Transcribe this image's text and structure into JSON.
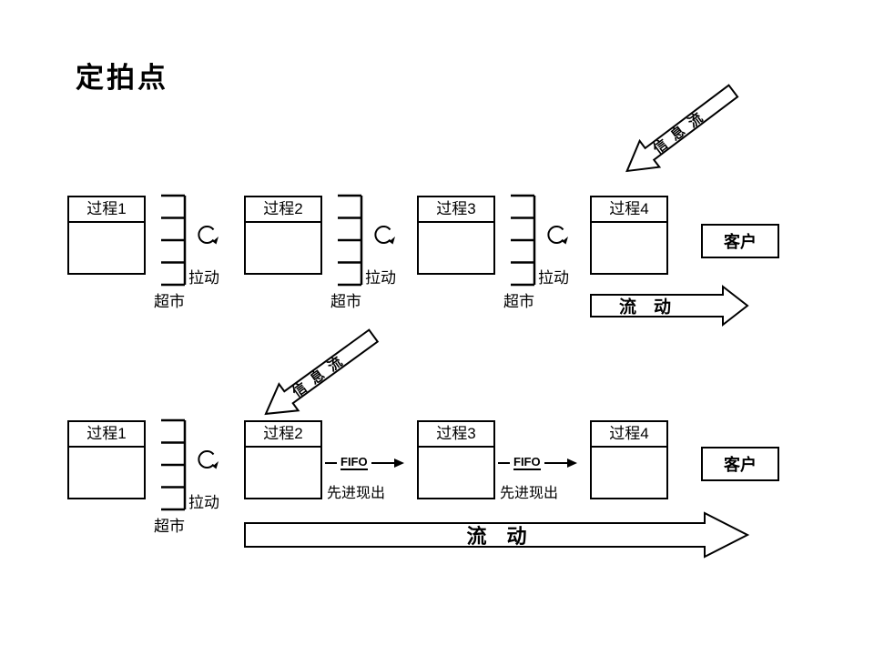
{
  "title": "定拍点",
  "colors": {
    "line": "#000000",
    "background": "#ffffff"
  },
  "labels": {
    "pull": "拉动",
    "supermarket": "超市",
    "customer": "客户",
    "flow": "流　动",
    "fifo": "FIFO",
    "fifo_note": "先进现出",
    "info_arrow": "信息流"
  },
  "top_row": {
    "processes": [
      "过程1",
      "过程2",
      "过程3",
      "过程4"
    ]
  },
  "bottom_row": {
    "processes": [
      "过程1",
      "过程2",
      "过程3",
      "过程4"
    ]
  }
}
